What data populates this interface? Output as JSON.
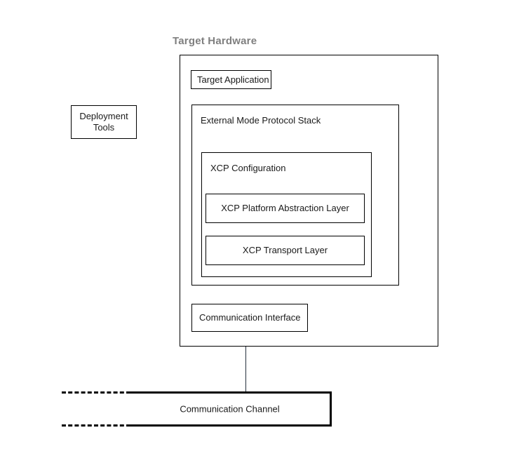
{
  "diagram": {
    "title": "Target Hardware",
    "title_color": "#7f7f7f",
    "line_color": "#000000",
    "text_color": "#1a1a1a",
    "background": "#ffffff"
  },
  "boxes": {
    "target_hardware": {
      "label": "Target Hardware"
    },
    "target_application": {
      "label": "Target Application"
    },
    "deployment_tools": {
      "label": "Deployment\nTools"
    },
    "protocol_stack": {
      "label": "External Mode Protocol Stack"
    },
    "xcp_configuration": {
      "label": "XCP Configuration"
    },
    "xcp_platform_abstraction_layer": {
      "label": "XCP Platform Abstraction Layer"
    },
    "xcp_transport_layer": {
      "label": "XCP Transport Layer"
    },
    "communication_interface": {
      "label": "Communication Interface"
    },
    "communication_channel": {
      "label": "Communication Channel"
    }
  }
}
